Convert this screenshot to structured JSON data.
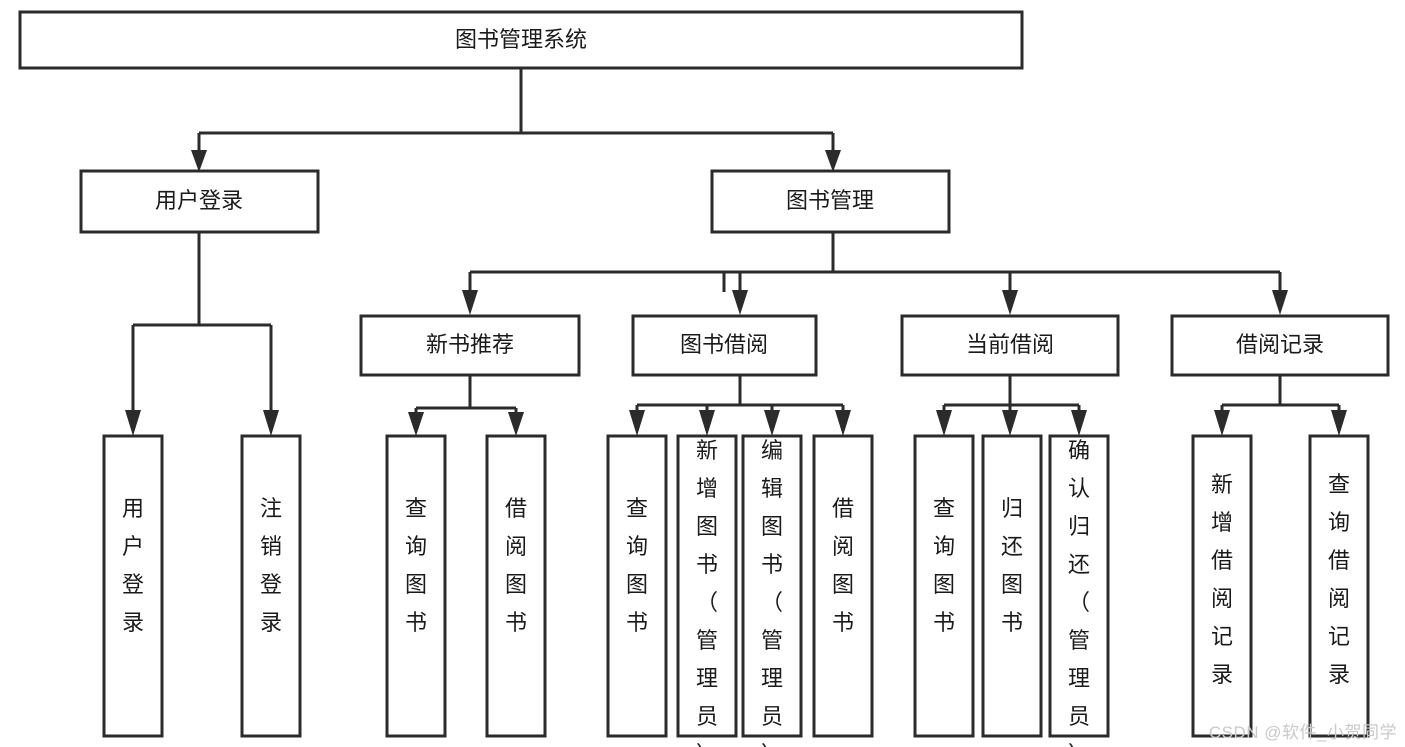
{
  "diagram": {
    "type": "tree-hierarchy-diagram",
    "title": "图书管理系统",
    "orientation": "top-down",
    "box_fill": "#ffffff",
    "box_stroke": "#2b2b2b",
    "text_color": "#1a1a1a",
    "background": "#ffffff",
    "levels": [
      {
        "level": 1,
        "nodes": [
          {
            "id": "root",
            "label": "图书管理系统",
            "text_orientation": "horizontal"
          }
        ]
      },
      {
        "level": 2,
        "nodes": [
          {
            "id": "login",
            "label": "用户登录",
            "text_orientation": "horizontal",
            "parent": "root"
          },
          {
            "id": "bookmgmt",
            "label": "图书管理",
            "text_orientation": "horizontal",
            "parent": "root"
          }
        ]
      },
      {
        "level": 3,
        "nodes": [
          {
            "id": "newbook",
            "label": "新书推荐",
            "text_orientation": "horizontal",
            "parent": "bookmgmt"
          },
          {
            "id": "borrow",
            "label": "图书借阅",
            "text_orientation": "horizontal",
            "parent": "bookmgmt"
          },
          {
            "id": "current",
            "label": "当前借阅",
            "text_orientation": "horizontal",
            "parent": "bookmgmt"
          },
          {
            "id": "records",
            "label": "借阅记录",
            "text_orientation": "horizontal",
            "parent": "bookmgmt"
          }
        ]
      },
      {
        "level": 4,
        "nodes": [
          {
            "id": "leaf1",
            "label": "用户登录",
            "text_orientation": "vertical",
            "parent": "login"
          },
          {
            "id": "leaf2",
            "label": "注销登录",
            "text_orientation": "vertical",
            "parent": "login"
          },
          {
            "id": "leaf3",
            "label": "查询图书",
            "text_orientation": "vertical",
            "parent": "newbook"
          },
          {
            "id": "leaf4",
            "label": "借阅图书",
            "text_orientation": "vertical",
            "parent": "newbook"
          },
          {
            "id": "leaf5",
            "label": "查询图书",
            "text_orientation": "vertical",
            "parent": "borrow"
          },
          {
            "id": "leaf6",
            "label": "新增图书（管理员）",
            "text_orientation": "vertical",
            "parent": "borrow"
          },
          {
            "id": "leaf7",
            "label": "编辑图书（管理员）",
            "text_orientation": "vertical",
            "parent": "borrow"
          },
          {
            "id": "leaf8",
            "label": "借阅图书",
            "text_orientation": "vertical",
            "parent": "borrow"
          },
          {
            "id": "leaf9",
            "label": "查询图书",
            "text_orientation": "vertical",
            "parent": "current"
          },
          {
            "id": "leaf10",
            "label": "归还图书",
            "text_orientation": "vertical",
            "parent": "current"
          },
          {
            "id": "leaf11",
            "label": "确认归还（管理员）",
            "text_orientation": "vertical",
            "parent": "current"
          },
          {
            "id": "leaf12",
            "label": "新增借阅记录",
            "text_orientation": "vertical",
            "parent": "records"
          },
          {
            "id": "leaf13",
            "label": "查询借阅记录",
            "text_orientation": "vertical",
            "parent": "records"
          }
        ]
      }
    ]
  },
  "watermark": {
    "text": "CSDN @软件_小贺同学",
    "color": "#c9c9c9"
  },
  "labels": {
    "root": "图书管理系统",
    "login": "用户登录",
    "bookmgmt": "图书管理",
    "newbook": "新书推荐",
    "borrow": "图书借阅",
    "current": "当前借阅",
    "records": "借阅记录",
    "leaf1": "用户登录",
    "leaf2": "注销登录",
    "leaf3": "查询图书",
    "leaf4": "借阅图书",
    "leaf5": "查询图书",
    "leaf6": "新增图书（管理员）",
    "leaf7": "编辑图书（管理员）",
    "leaf8": "借阅图书",
    "leaf9": "查询图书",
    "leaf10": "归还图书",
    "leaf11": "确认归还（管理员）",
    "leaf12": "新增借阅记录",
    "leaf13": "查询借阅记录"
  }
}
